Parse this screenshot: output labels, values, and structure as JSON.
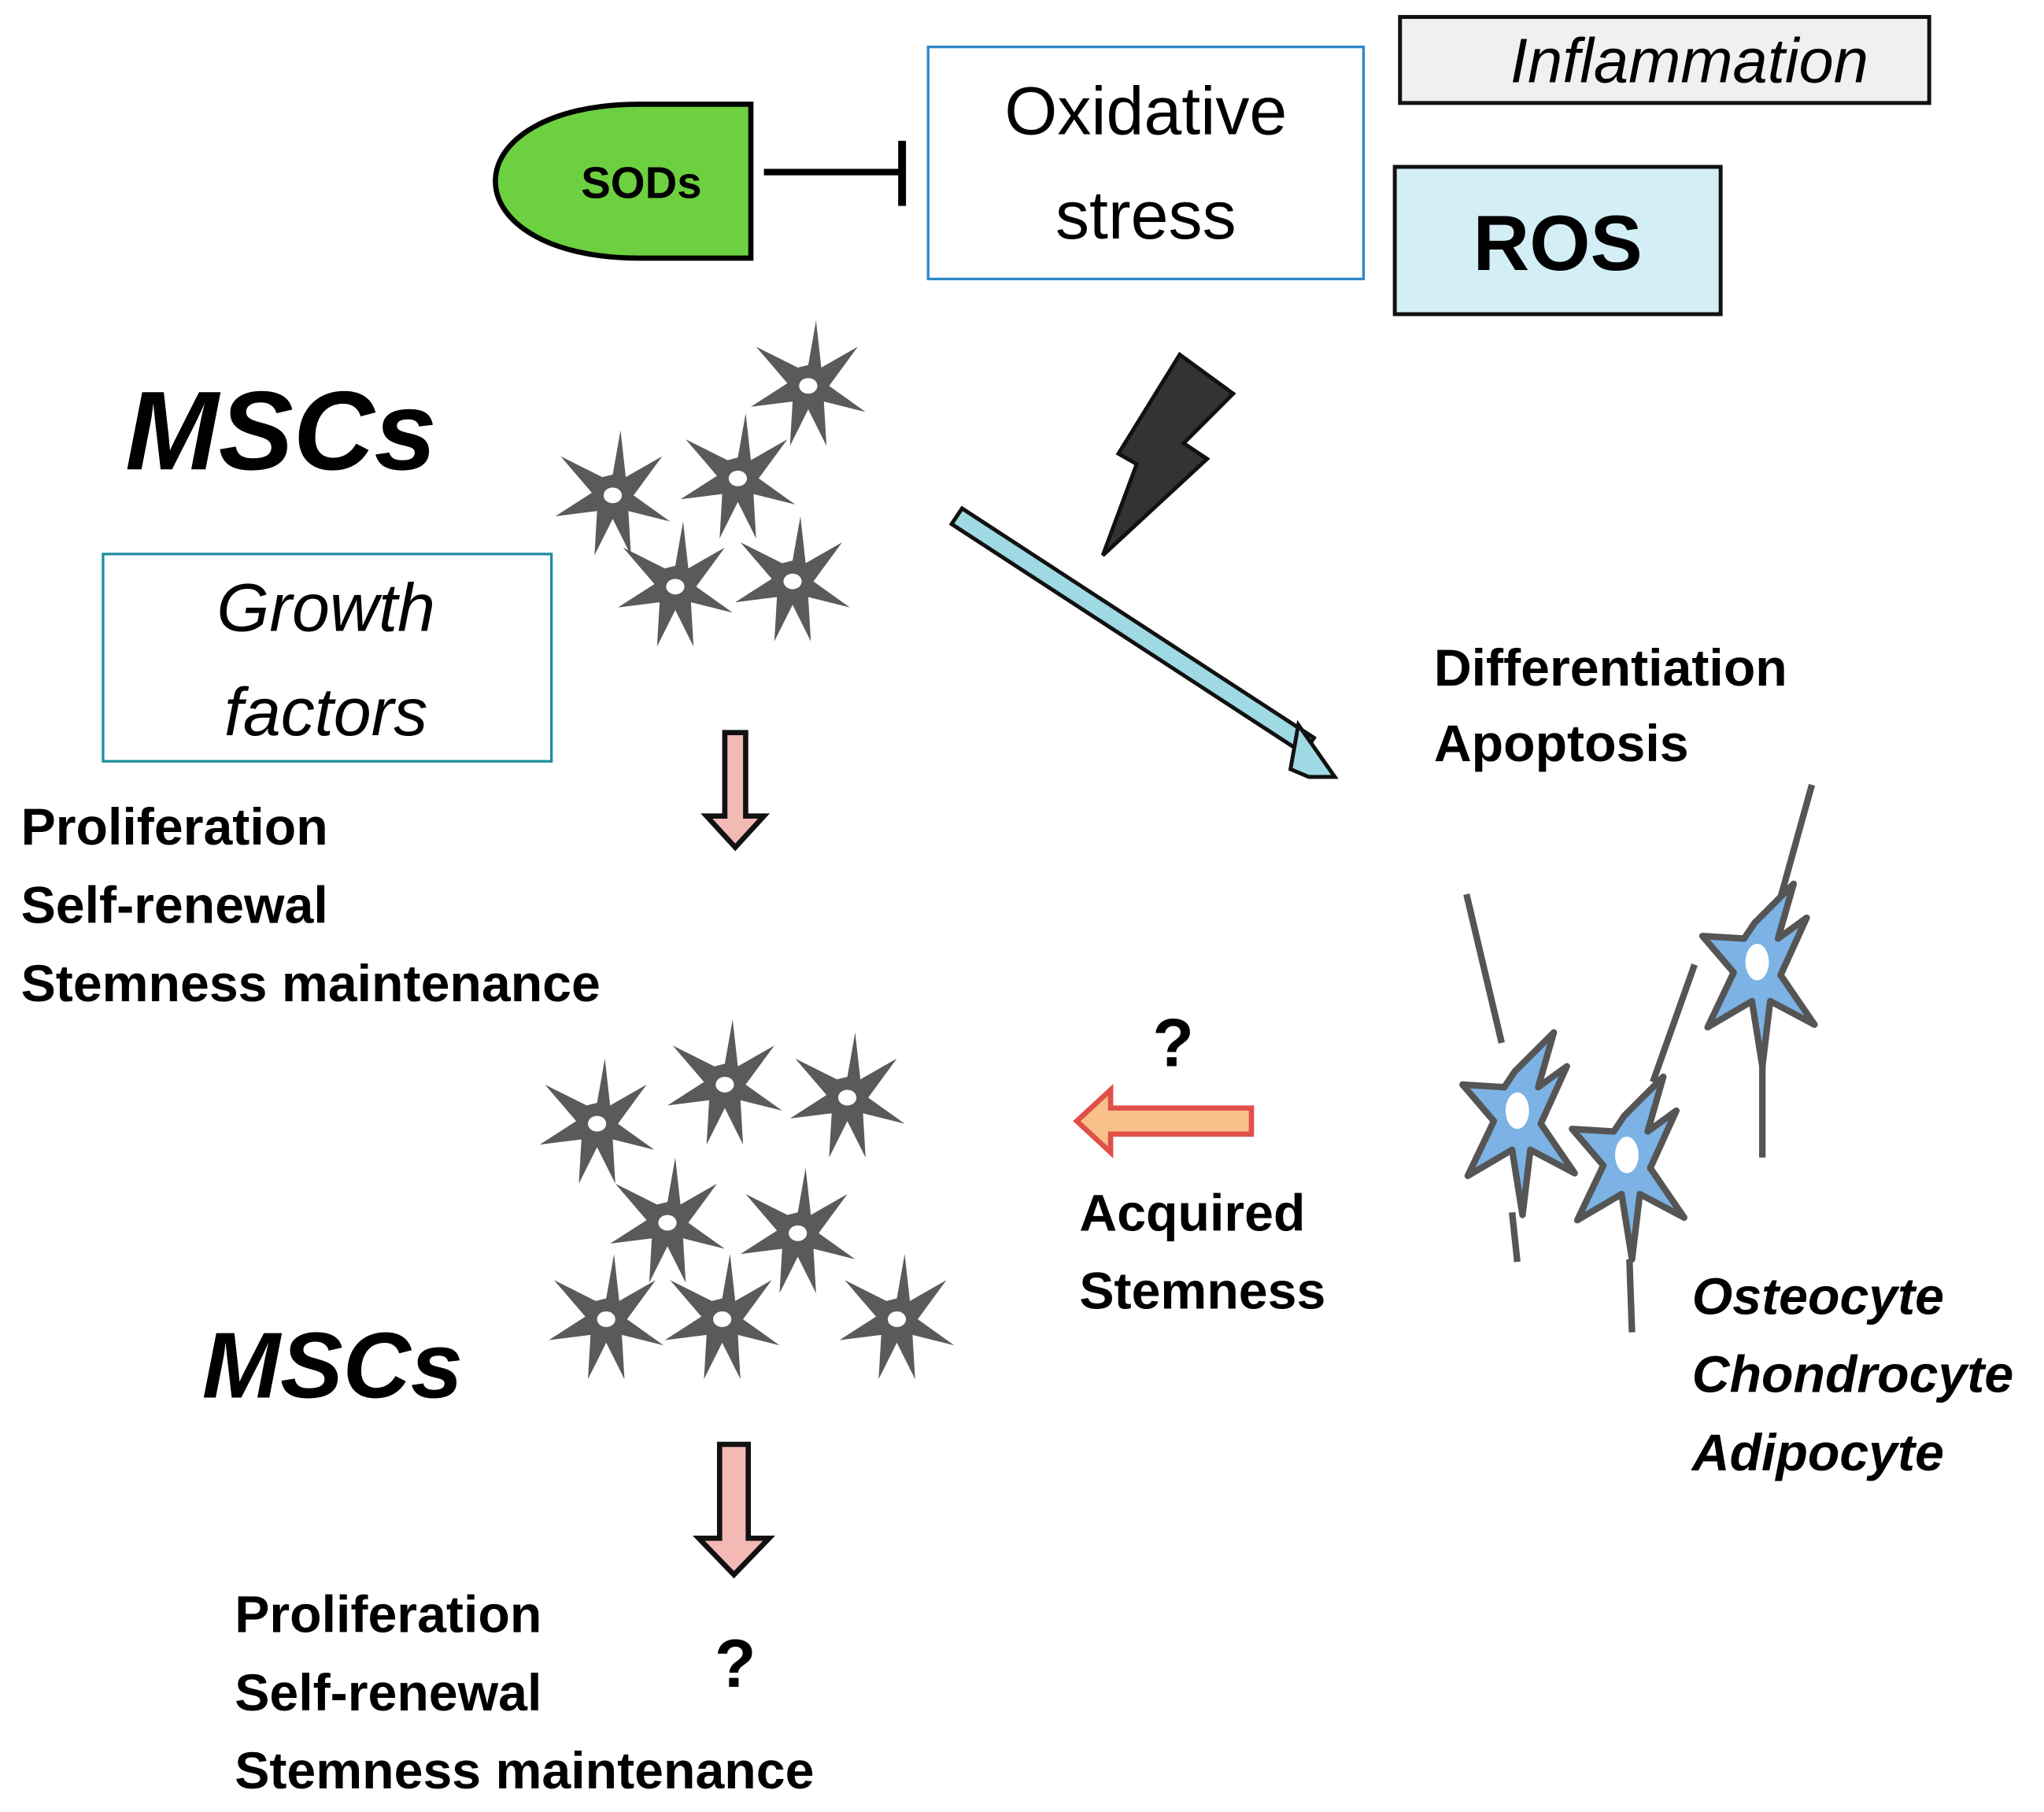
{
  "title": "MSCs under oxidative stress",
  "top": {
    "sods_label": "SODs",
    "oxidative_stress": [
      "Oxidative",
      "stress"
    ],
    "inflammation_label": "Inflammation",
    "ros_label": "ROS"
  },
  "msc_label_top": "MSCs",
  "growth_factors": [
    "Growth",
    "factors"
  ],
  "left_outcomes": [
    "Proliferation",
    "Self-renewal",
    "Stemness maintenance"
  ],
  "right_outcomes": [
    "Differentiation",
    "Apoptosis"
  ],
  "question_mark_middle": "?",
  "acquired_stemness": [
    "Acquired",
    "Stemness"
  ],
  "msc_label_bottom": "MSCs",
  "bottom_outcomes": [
    "Proliferation",
    "Self-renewal",
    "Stemness maintenance"
  ],
  "question_mark_bottom": "?",
  "cell_types": [
    "Osteocyte",
    "Chondrocyte",
    "Adipocyte"
  ],
  "colors": {
    "sods_fill": "#6dd040",
    "oxidative_border": "#2f86c8",
    "inflammation_fill": "#f0f0f0",
    "ros_fill": "#d4eef6",
    "growth_border": "#1f8ea0",
    "msc_gray": "#5a5a5a",
    "diff_cell_fill": "#7cb2e4",
    "diagonal_arrow_fill": "#9fd9e3",
    "down_arrow_fill": "#f3b9b5",
    "back_arrow_fill": "#f8c08a",
    "back_arrow_stroke": "#e05048"
  }
}
